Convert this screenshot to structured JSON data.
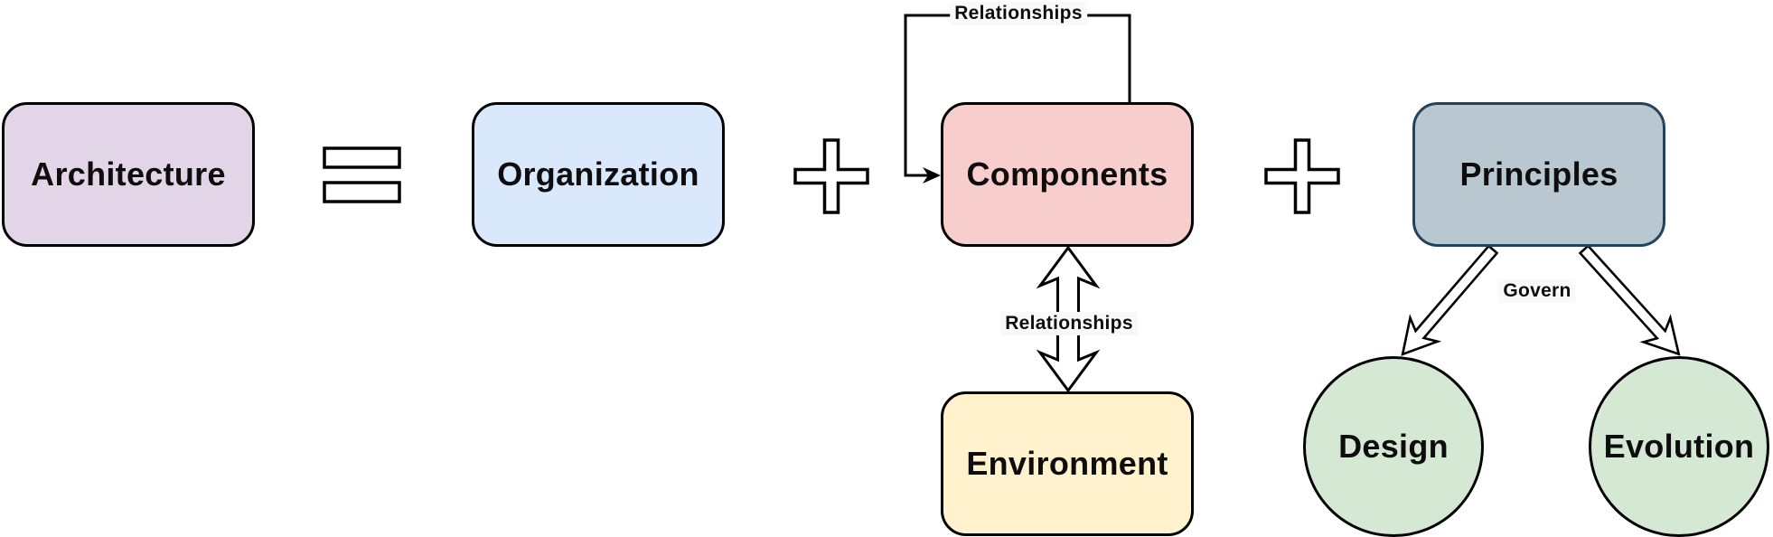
{
  "diagram": {
    "description": "Architecture definition equation diagram",
    "nodes": {
      "architecture": {
        "label": "Architecture",
        "shape": "rounded-box",
        "fill": "#E1D5E7",
        "border": "#000000"
      },
      "organization": {
        "label": "Organization",
        "shape": "rounded-box",
        "fill": "#DAE8FC",
        "border": "#000000"
      },
      "components": {
        "label": "Components",
        "shape": "rounded-box",
        "fill": "#F8CECC",
        "border": "#000000"
      },
      "principles": {
        "label": "Principles",
        "shape": "rounded-box",
        "fill": "#B9C7D1",
        "border": "#23425C"
      },
      "environment": {
        "label": "Environment",
        "shape": "rounded-box",
        "fill": "#FFF2CC",
        "border": "#000000"
      },
      "design": {
        "label": "Design",
        "shape": "circle",
        "fill": "#D5E8D4",
        "border": "#000000"
      },
      "evolution": {
        "label": "Evolution",
        "shape": "circle",
        "fill": "#D5E8D4",
        "border": "#000000"
      }
    },
    "operators": {
      "equals": {
        "meaning": "equals",
        "between": [
          "architecture",
          "organization"
        ]
      },
      "plus_1": {
        "meaning": "plus",
        "between": [
          "organization",
          "components"
        ]
      },
      "plus_2": {
        "meaning": "plus",
        "between": [
          "components",
          "principles"
        ]
      }
    },
    "edges": {
      "self_loop": {
        "label": "Relationships",
        "from": "components",
        "to": "components",
        "style": "thin-arrow-loop"
      },
      "components_environment": {
        "label": "Relationships",
        "from": "components",
        "to": "environment",
        "style": "hollow-double-arrow"
      },
      "principles_design": {
        "label": "Govern",
        "from": "principles",
        "to": "design",
        "style": "hollow-arrow"
      },
      "principles_evolution": {
        "label": "Govern",
        "from": "principles",
        "to": "evolution",
        "style": "hollow-arrow"
      }
    },
    "edge_labels": {
      "self_loop": "Relationships",
      "components_environment": "Relationships",
      "govern": "Govern"
    },
    "colors": {
      "line": "#000000",
      "arrow_fill": "#ffffff",
      "label_background": "#F9F9F9",
      "text": "#0d0d0d"
    }
  }
}
